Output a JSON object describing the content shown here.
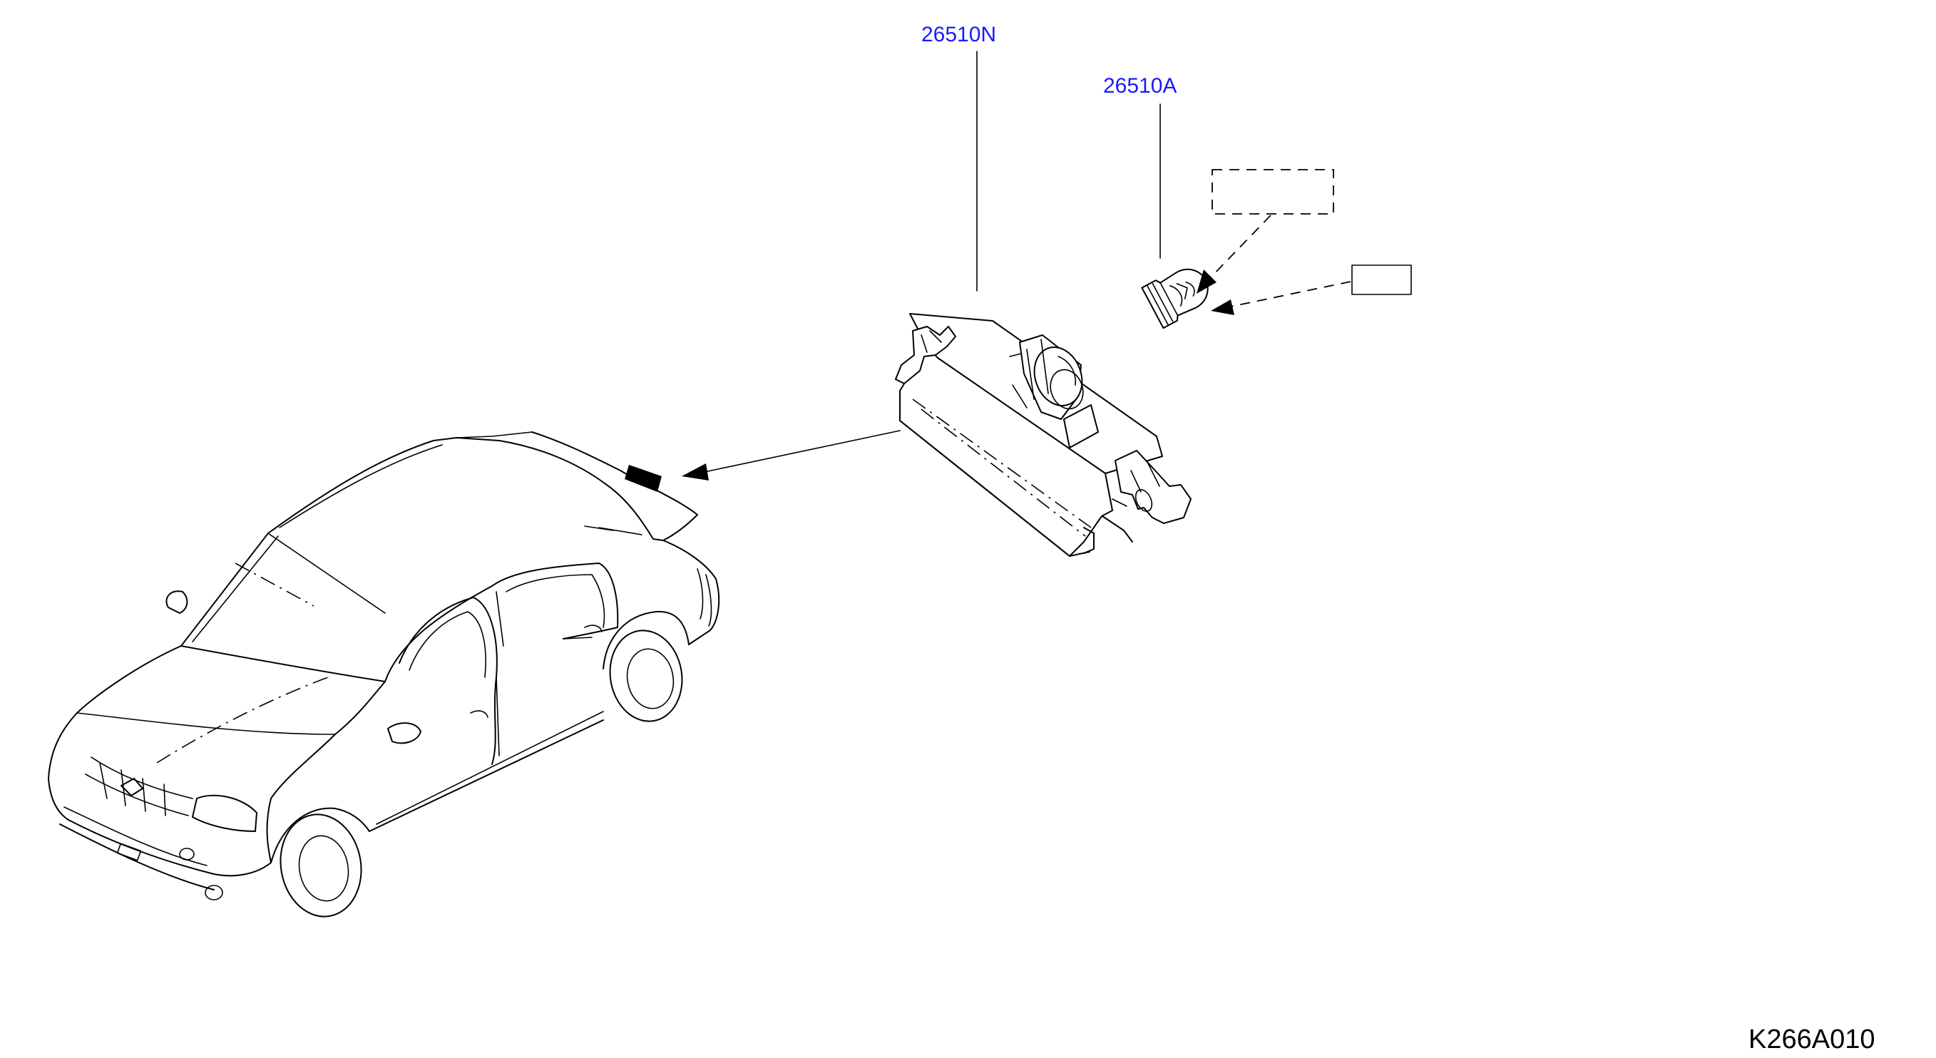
{
  "labels": {
    "part_lamp_assembly": "26510N",
    "part_bulb": "26510A",
    "diagram_code": "K266A010"
  },
  "colors": {
    "part_label": "#1a1aff",
    "line": "#000000",
    "background": "#ffffff"
  },
  "icons": {
    "car": "sedan-car-outline",
    "lamp": "license-plate-lamp-housing",
    "bulb": "wedge-base-bulb"
  }
}
